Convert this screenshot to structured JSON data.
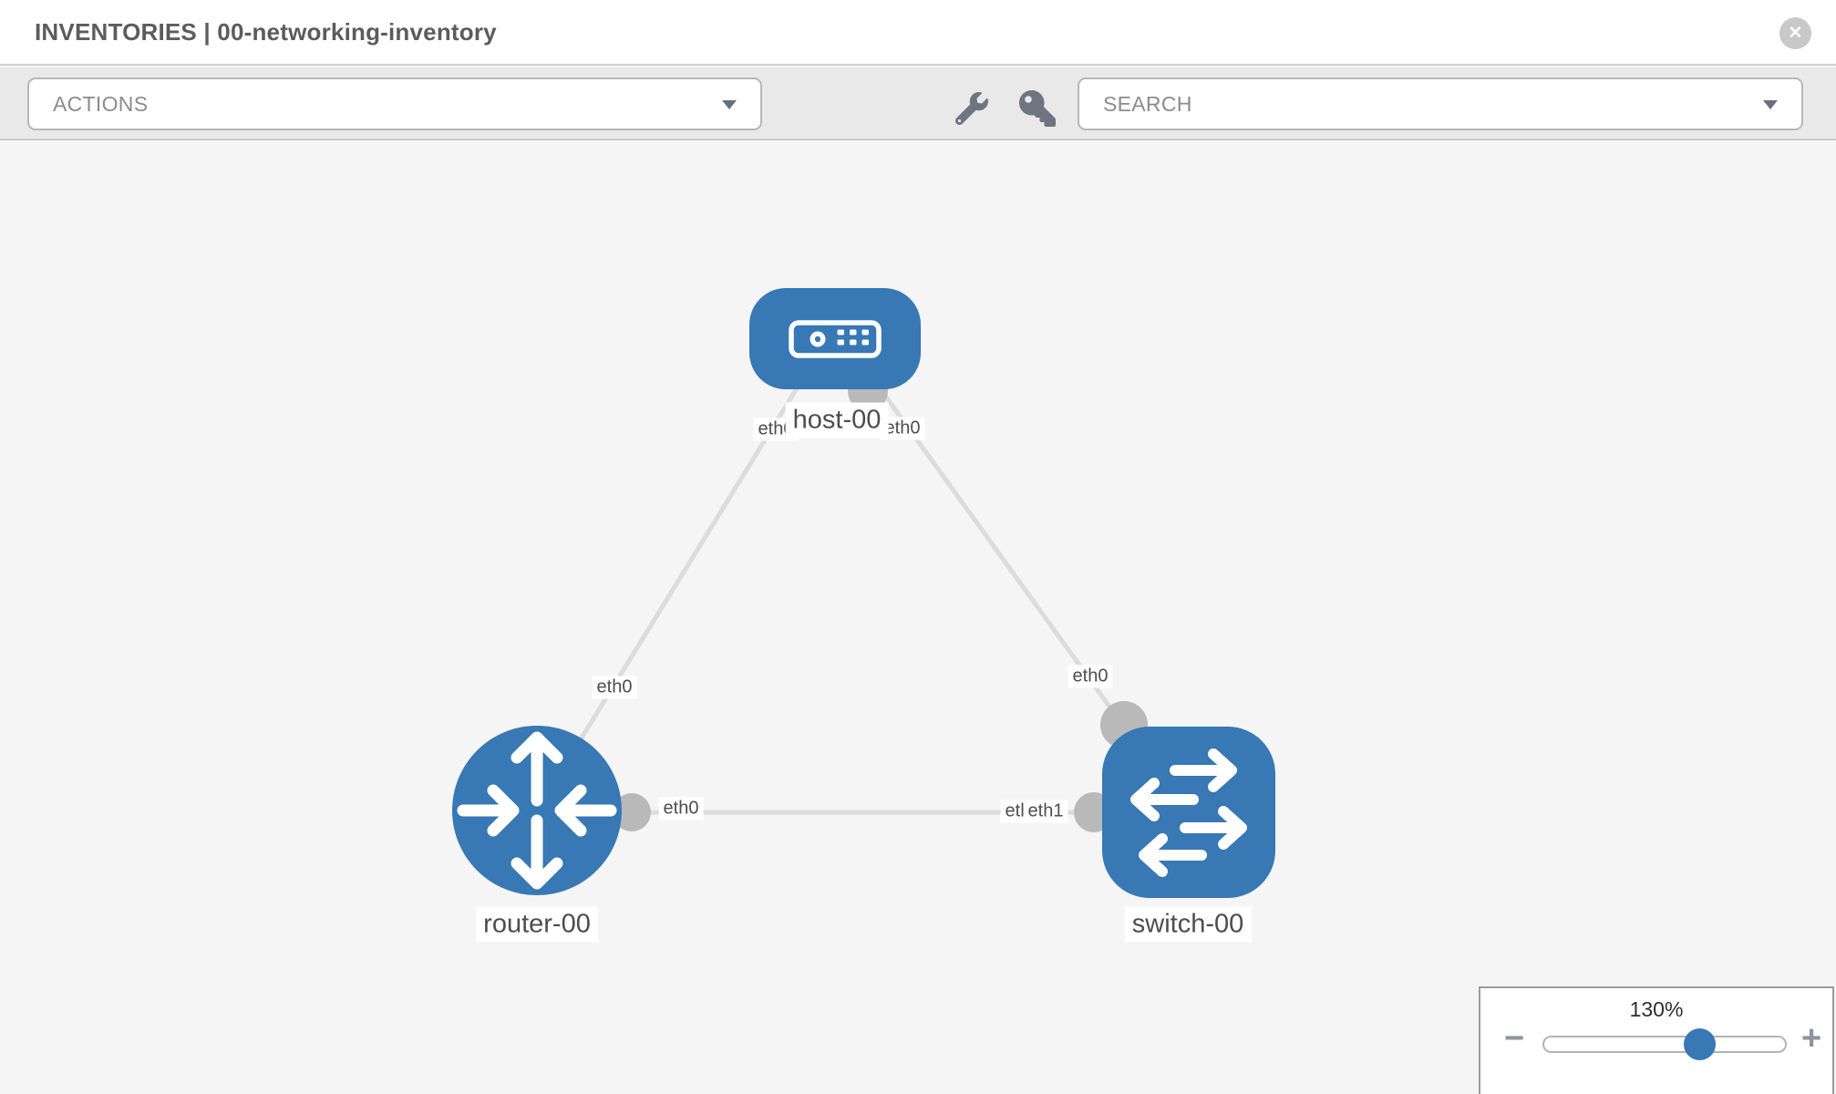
{
  "header": {
    "title": "INVENTORIES | 00-networking-inventory",
    "close_icon_glyph": "✕"
  },
  "toolbar": {
    "actions_label": "ACTIONS",
    "search_label": "SEARCH"
  },
  "graph": {
    "nodes": [
      {
        "id": "host-00",
        "type": "host",
        "label": "host-00"
      },
      {
        "id": "router-00",
        "type": "router",
        "label": "router-00"
      },
      {
        "id": "switch-00",
        "type": "switch",
        "label": "switch-00"
      }
    ],
    "links": [
      {
        "from": "host-00",
        "from_iface": "eth0",
        "to": "router-00",
        "to_iface": "eth0"
      },
      {
        "from": "host-00",
        "from_iface": "eth0",
        "to": "switch-00",
        "to_iface": "eth0"
      },
      {
        "from": "router-00",
        "from_iface": "eth0",
        "to": "switch-00",
        "to_iface": "eth1"
      }
    ]
  },
  "labels": {
    "host": "host-00",
    "router": "router-00",
    "switch": "switch-00",
    "host_router_host": "eth0",
    "host_router_router": "eth0",
    "host_switch_host": "eth0",
    "host_switch_switch": "eth0",
    "router_switch_router": "eth0",
    "router_switch_switch_back": "eth0",
    "router_switch_switch_front": "eth1"
  },
  "zoom_control": {
    "value": "130%",
    "minus_glyph": "−",
    "plus_glyph": "+"
  },
  "colors": {
    "node_blue": "#3778b5",
    "canvas_bg": "#f5f5f5",
    "toolbar_bg": "#e9e9e9",
    "header_bg": "#ffffff",
    "link_gray": "#dcdcdc",
    "connector_gray": "#b9b9b9",
    "icon_gray": "#6e7580",
    "label_text": "#4d4d4d",
    "muted_text": "#8c8c8c",
    "header_text": "#5c5c5c"
  }
}
